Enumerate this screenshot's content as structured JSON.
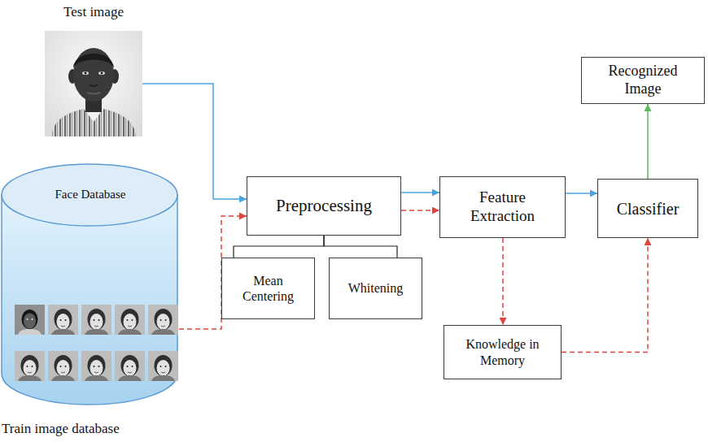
{
  "diagram": {
    "nodes": [
      {
        "text": [
          "Test image"
        ]
      },
      {
        "text": [
          "Face Database",
          "Train image database"
        ]
      },
      {
        "text": [
          "Preprocessing"
        ]
      },
      {
        "text": [
          "Mean Centering"
        ]
      },
      {
        "text": [
          "Whitening"
        ]
      },
      {
        "text": [
          "Feature Extraction"
        ]
      },
      {
        "text": [
          "Knowledge in Memory"
        ]
      },
      {
        "text": [
          "Classifier"
        ]
      },
      {
        "text": [
          "Recognized Image"
        ]
      }
    ],
    "edges": [
      {
        "from": 0,
        "to": 2,
        "arrow": "to"
      },
      {
        "from": 1,
        "to": 2,
        "arrow": "to"
      },
      {
        "from": 2,
        "to": 5,
        "arrow": "to"
      },
      {
        "from": 2,
        "to": 5,
        "arrow": "to"
      },
      {
        "from": 5,
        "to": 7,
        "arrow": "to"
      },
      {
        "from": 5,
        "to": 6,
        "arrow": "to"
      },
      {
        "from": 6,
        "to": 7,
        "arrow": "to"
      },
      {
        "from": 7,
        "to": 8,
        "arrow": "to"
      },
      {
        "from": 2,
        "to": 3,
        "arrow": "none"
      },
      {
        "from": 2,
        "to": 4,
        "arrow": "none"
      }
    ]
  }
}
